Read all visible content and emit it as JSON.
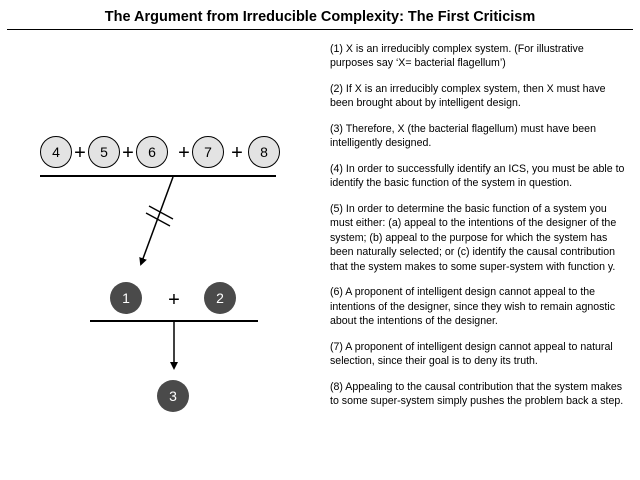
{
  "title": "The Argument from Irreducible Complexity: The First Criticism",
  "diagram": {
    "top_nodes": [
      "4",
      "5",
      "6",
      "7",
      "8"
    ],
    "bottom_nodes": [
      "1",
      "2"
    ],
    "conclusion_node": "3",
    "plus_sign": "+",
    "colors": {
      "top_node_fill": "#e3e3e3",
      "bottom_node_fill": "#4a4a4a",
      "bottom_node_text": "#ffffff",
      "line": "#000000"
    }
  },
  "premises": [
    "(1) X is an irreducibly complex system. (For illustrative purposes say ‘X= bacterial flagellum’)",
    "(2) If X is an irreducibly complex system, then X must have been brought about by intelligent design.",
    "(3) Therefore, X (the bacterial flagellum) must have been intelligently designed.",
    "(4) In order to successfully identify an ICS, you must be able to identify the basic function of the system in question.",
    "(5) In order to determine the basic function of a system you must either: (a) appeal to the intentions of the designer of the system; (b) appeal to the purpose for which the system has been naturally selected; or (c) identify the causal contribution that the system makes to some super-system with function y.",
    "(6) A proponent of intelligent design cannot appeal to the intentions of the designer, since they wish to remain agnostic about the intentions of the designer.",
    "(7) A proponent of intelligent design cannot appeal to natural selection, since their goal is to deny its truth.",
    "(8) Appealing to the causal contribution that the system makes to some super-system simply pushes the problem back a step."
  ]
}
